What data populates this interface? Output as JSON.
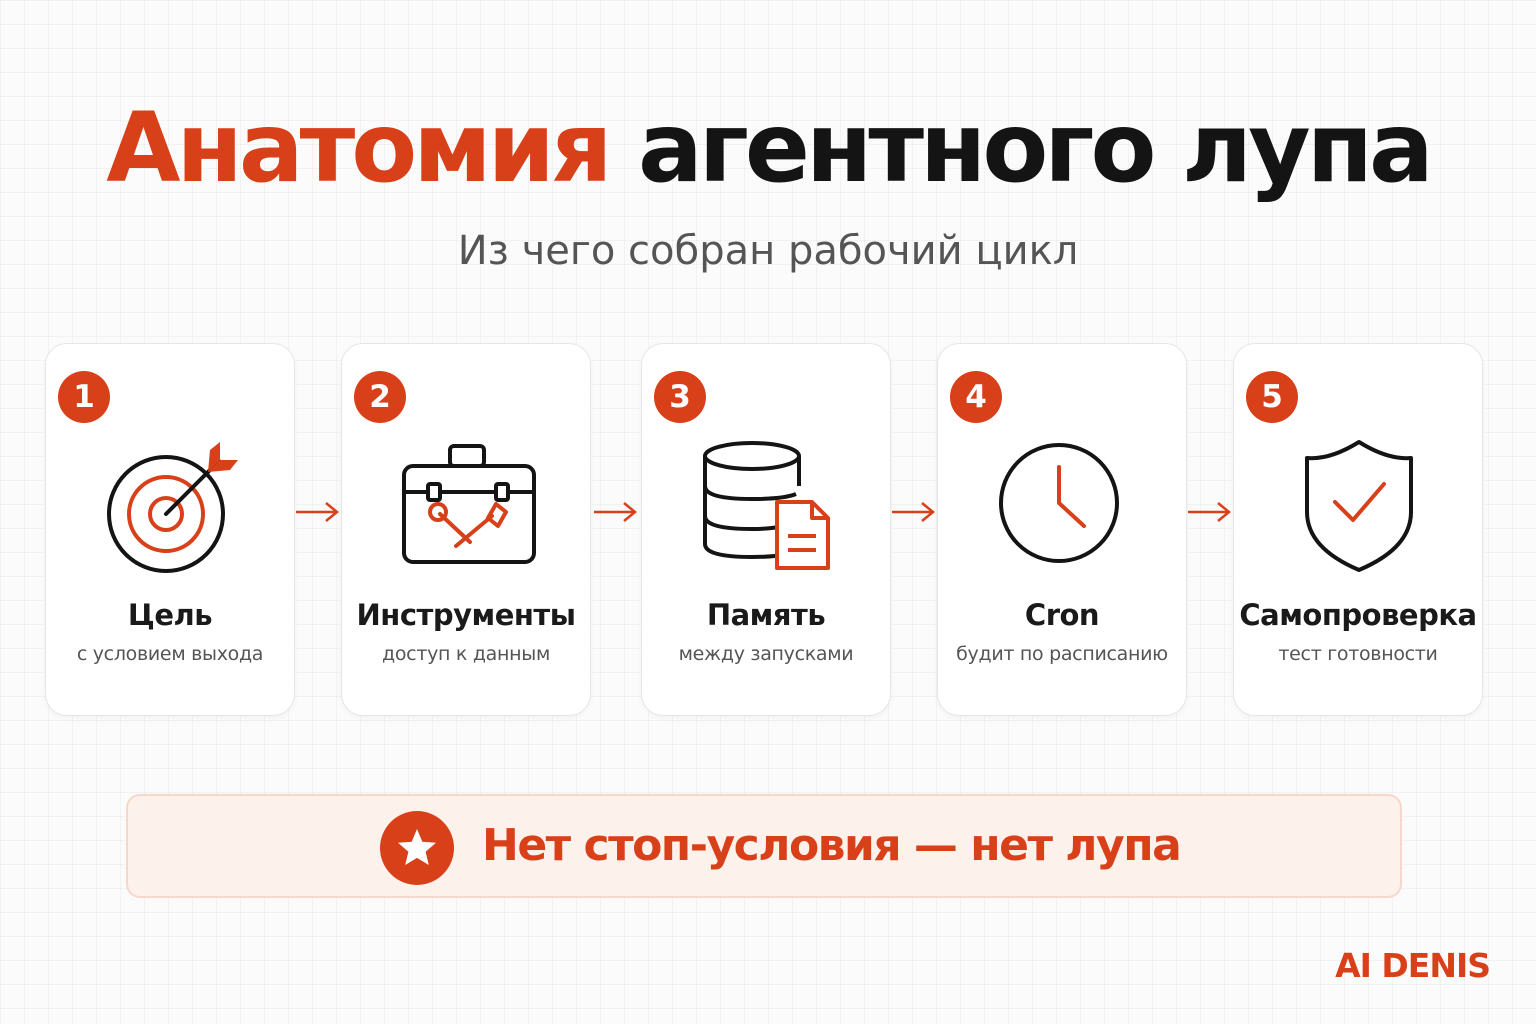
{
  "title": {
    "accent": "Анатомия",
    "rest": "агентного лупа"
  },
  "subtitle": "Из чего собран рабочий цикл",
  "steps": [
    {
      "number": "1",
      "title": "Цель",
      "subtitle": "с условием выхода",
      "icon": "target-icon"
    },
    {
      "number": "2",
      "title": "Инструменты",
      "subtitle": "доступ к данным",
      "icon": "toolbox-icon"
    },
    {
      "number": "3",
      "title": "Память",
      "subtitle": "между запусками",
      "icon": "database-document-icon"
    },
    {
      "number": "4",
      "title": "Cron",
      "subtitle": "будит по расписанию",
      "icon": "clock-icon"
    },
    {
      "number": "5",
      "title": "Самопроверка",
      "subtitle": "тест готовности",
      "icon": "shield-check-icon"
    }
  ],
  "arrow_icon": "arrow-right-icon",
  "banner": {
    "icon": "star-icon",
    "text": "Нет стоп-условия — нет лупа"
  },
  "brand": "AI DENIS",
  "colors": {
    "accent": "#d8401a",
    "text": "#141414",
    "muted": "#555555",
    "banner_bg": "#fdf1eb",
    "banner_border": "#f6d8ca"
  }
}
